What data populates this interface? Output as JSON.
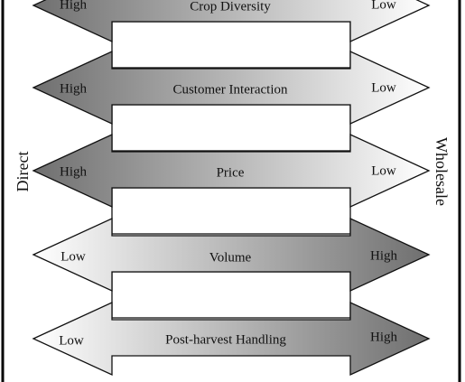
{
  "left_label": "Direct",
  "right_label": "Wholesale",
  "rows": [
    {
      "name": "crop-diversity",
      "title": "Crop Diversity",
      "left": "High",
      "right": "Low",
      "shade": "dark-left"
    },
    {
      "name": "customer-interaction",
      "title": "Customer Interaction",
      "left": "High",
      "right": "Low",
      "shade": "dark-left"
    },
    {
      "name": "price",
      "title": "Price",
      "left": "High",
      "right": "Low",
      "shade": "dark-left"
    },
    {
      "name": "volume",
      "title": "Volume",
      "left": "Low",
      "right": "High",
      "shade": "dark-right"
    },
    {
      "name": "post-harvest-handling",
      "title": "Post-harvest Handling",
      "left": "Low",
      "right": "High",
      "shade": "dark-right"
    }
  ],
  "colors": {
    "dark": "#6f6f6f",
    "light": "#ffffff",
    "stroke": "#111111",
    "border": "#000000"
  }
}
